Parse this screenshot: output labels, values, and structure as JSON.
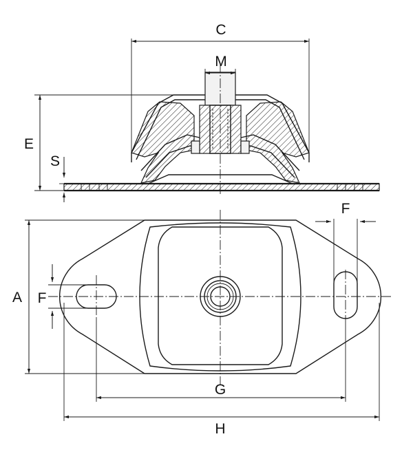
{
  "diagram": {
    "labels": {
      "C": "C",
      "M": "M",
      "E": "E",
      "S": "S",
      "F_top": "F",
      "A": "A",
      "F_left": "F",
      "G": "G",
      "H": "H"
    },
    "colors": {
      "line": "#1a1a1a",
      "background": "#ffffff"
    }
  }
}
